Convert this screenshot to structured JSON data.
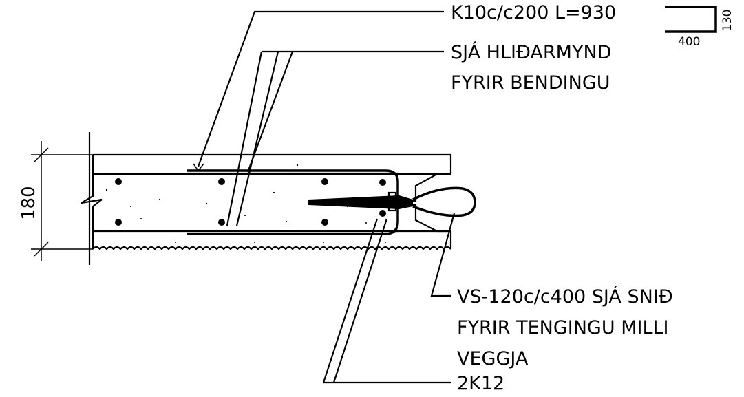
{
  "drawing": {
    "dimension_thickness": "180",
    "shape_key": {
      "width_label": "400",
      "height_label": "130"
    },
    "callouts": [
      {
        "id": "stirrup",
        "lines": [
          "K10c/c200 L=930"
        ]
      },
      {
        "id": "side-view",
        "lines": [
          "SJÁ HLIÐARMYND",
          "FYRIR BENDINGU"
        ]
      },
      {
        "id": "connector",
        "lines": [
          "VS-120c/c400 SJÁ SNIÐ",
          "FYRIR TENGINGU MILLI",
          "VEGGJA"
        ]
      },
      {
        "id": "bars",
        "lines": [
          "2K12"
        ]
      }
    ],
    "colors": {
      "line": "#000000",
      "background": "#ffffff"
    }
  }
}
